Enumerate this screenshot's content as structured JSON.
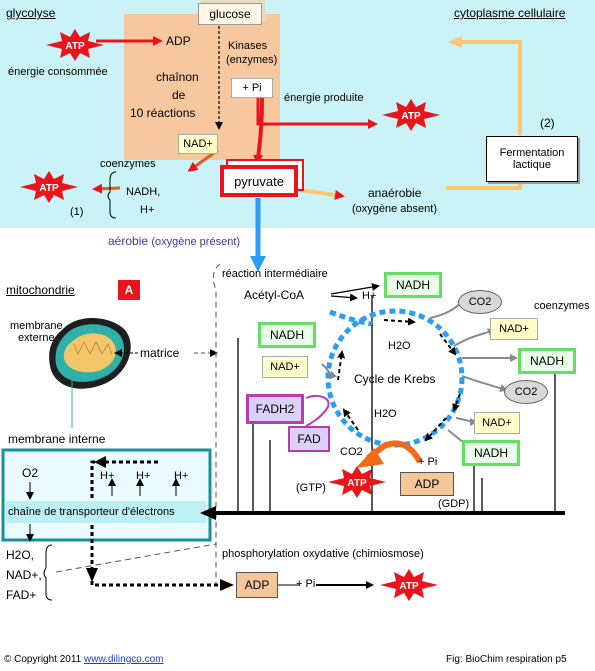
{
  "colors": {
    "cytoplasm_bg": "#c9f3f7",
    "glycolysis_box": "#f7c8a0",
    "atp_star": "#e8161c",
    "nadh_green": "#66dd66",
    "nadh_fill": "#e8ffe8",
    "nad_fill": "#ffffcc",
    "fadh_purple": "#b83bb0",
    "fad_fill": "#dcd0f8",
    "adp_fill": "#f5c69a",
    "krebs_blue": "#2a9df4",
    "fermentation_arrow": "#fcc76e",
    "membrane_teal": "#1a8f9a"
  },
  "top": {
    "glycolyse": "glycolyse",
    "cytoplasme": "cytoplasme cellulaire",
    "glucose": "glucose",
    "adp": "ADP",
    "energie_consommee": "énergie consommée",
    "kinases": "Kinases",
    "enzymes": "(enzymes)",
    "chainon": "chaînon",
    "de": "de",
    "reactions": "10 réactions",
    "pi": "+ Pi",
    "energie_produite": "énergie produite",
    "nad": "NAD+",
    "coenzymes": "coenzymes",
    "nadh": "NADH,",
    "hplus": "H+",
    "one": "(1)",
    "pyruvate": "pyruvate",
    "anaerobie": "anaérobie",
    "oxygene_absent": "(oxygène absent)",
    "two": "(2)",
    "fermentation": "Fermentation lactique",
    "aerobie": "aérobie",
    "oxygene_present": "(oxygène présent)"
  },
  "bottom": {
    "mitochondrie": "mitochondrie",
    "badge": "A",
    "membrane_externe_1": "membrane",
    "membrane_externe_2": "externe",
    "matrice": "matrice",
    "membrane_interne": "membrane interne",
    "reaction_intermediaire": "réaction intermédiaire",
    "acetyl": "Acétyl-CoA",
    "hplus": "H+",
    "nadh": "NADH",
    "nad": "NAD+",
    "co2": "CO2",
    "coenzymes": "coenzymes",
    "h2o": "H2O",
    "cycle": "Cycle de Krebs",
    "fadh2": "FADH2",
    "fad": "FAD",
    "pi": "+ Pi",
    "adp": "ADP",
    "gtp": "(GTP)",
    "gdp": "(GDP)",
    "o2": "O2",
    "chaine": "chaîne de transporteur d'électrons",
    "h2o_out": "H2O,",
    "nad_out": "NAD+,",
    "fad_out": "FAD+",
    "phosphorylation": "phosphorylation oxydative (chimiosmose)",
    "atp": "ATP"
  },
  "footer": {
    "copyright": "© Copyright 2011",
    "url": "www.dilingco.com",
    "fig": "Fig: BioChim respiration p5"
  }
}
